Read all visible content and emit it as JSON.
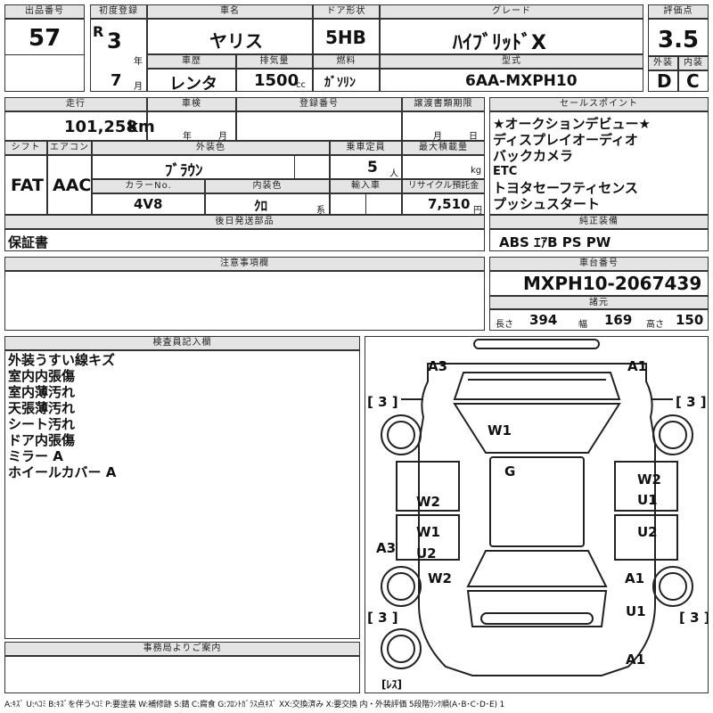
{
  "lot": {
    "label": "出品番号",
    "value": "57"
  },
  "first_reg": {
    "label": "初度登録",
    "era": "R",
    "year": "3",
    "year_unit": "年",
    "month": "7",
    "month_unit": "月"
  },
  "car_name": {
    "label": "車名",
    "value": "ヤリス"
  },
  "door": {
    "label": "ドア形状",
    "value": "5HB"
  },
  "grade": {
    "label": "グレード",
    "value": "ﾊｲﾌﾞﾘｯﾄﾞX"
  },
  "score": {
    "label": "評価点",
    "value": "3.5",
    "ext_label": "外装",
    "int_label": "内装",
    "ext_value": "D",
    "int_value": "C"
  },
  "history": {
    "label": "車歴",
    "value": "レンタ"
  },
  "displacement": {
    "label": "排気量",
    "value": "1500",
    "unit": "cc"
  },
  "fuel": {
    "label": "燃料",
    "value": "ｶﾞｿﾘﾝ"
  },
  "model": {
    "label": "型式",
    "value": "6AA-MXPH10"
  },
  "mileage": {
    "label": "走行",
    "value": "101,258",
    "unit": "km"
  },
  "inspection": {
    "label": "車検",
    "year_unit": "年",
    "month_unit": "月"
  },
  "reg_no": {
    "label": "登録番号"
  },
  "transfer": {
    "label": "譲渡書類期限",
    "month_unit": "月",
    "day_unit": "日"
  },
  "sales": {
    "label": "セールスポイント",
    "items": [
      "★オークションデビュー★",
      "ディスプレイオーディオ",
      "バックカメラ",
      "ETC",
      "トヨタセーフティセンス",
      "プッシュスタート"
    ]
  },
  "shift": {
    "label": "シフト",
    "value": "FAT"
  },
  "ac": {
    "label": "エアコン",
    "value": "AAC"
  },
  "ext_color": {
    "label": "外装色",
    "value": "ﾌﾞﾗｳﾝ"
  },
  "capacity": {
    "label": "乗車定員",
    "value": "5",
    "unit": "人"
  },
  "max_load": {
    "label": "最大積載量",
    "unit": "kg"
  },
  "color_no": {
    "label": "カラーNo.",
    "value": "4V8"
  },
  "int_color": {
    "label": "内装色",
    "value": "ｸﾛ",
    "unit": "系"
  },
  "import": {
    "label": "輸入車"
  },
  "recycle": {
    "label": "リサイクル預託金",
    "value": "7,510",
    "unit": "円"
  },
  "later": {
    "label": "後日発送部品",
    "value": "保証書"
  },
  "equipment": {
    "label": "純正装備",
    "value": "ABS ｴｱB PS PW"
  },
  "notes": {
    "label": "注意事項欄"
  },
  "chassis": {
    "label": "車台番号",
    "value": "MXPH10-2067439"
  },
  "specs": {
    "label": "諸元",
    "length_label": "長さ",
    "length": "394",
    "width_label": "幅",
    "width": "169",
    "height_label": "高さ",
    "height": "150"
  },
  "inspector": {
    "label": "検査員記入欄",
    "items": [
      "外装うすい線キズ",
      "室内内張傷",
      "室内薄汚れ",
      "天張薄汚れ",
      "シート汚れ",
      "ドア内張傷",
      "ミラー A",
      "ホイールカバー A"
    ]
  },
  "office": {
    "label": "事務局よりご案内"
  },
  "legend": "A:ｷｽﾞ U:ﾍｺﾐ B:ｷｽﾞを伴うﾍｺﾐ P:要塗装 W:補修跡 S:錆 C:腐食 G:ﾌﾛﾝﾄｶﾞﾗｽ点ｷｽﾞ XX:交換済み X:要交換 内・外装評価 5段階ﾗﾝｸ順(A･B･C･D･E) 1",
  "diagram": {
    "tl": "A3",
    "tr": "A1",
    "left3a": "[ 3 ]",
    "right3a": "[ 3 ]",
    "left3b": "[ 3 ]",
    "right3b": "[ 3 ]",
    "w1": "W1",
    "g": "G",
    "w2_left": "W2",
    "w2_right": "W2",
    "u1_right": "U1",
    "w1_left": "W1",
    "u2_right": "U2",
    "u2_left": "U2",
    "a3_left": "A3",
    "w2_left_low": "W2",
    "a1_right": "A1",
    "u1_right_low": "U1",
    "a1_bottom": "A1",
    "res": "[ﾚｽ]"
  }
}
